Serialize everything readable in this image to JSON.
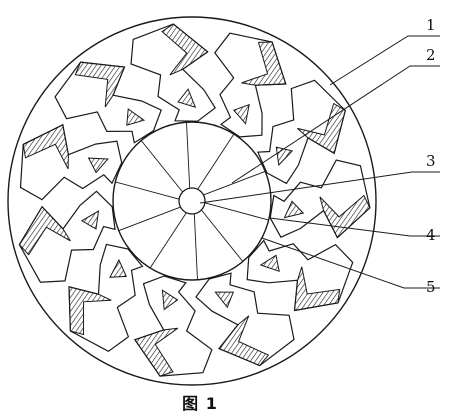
{
  "figure": {
    "caption": "图 1",
    "callouts": [
      "1",
      "2",
      "3",
      "4",
      "5"
    ],
    "blade_count": 11,
    "hub_spokes": 10
  },
  "colors": {
    "line": "#1a1a1a",
    "background": "#ffffff"
  }
}
